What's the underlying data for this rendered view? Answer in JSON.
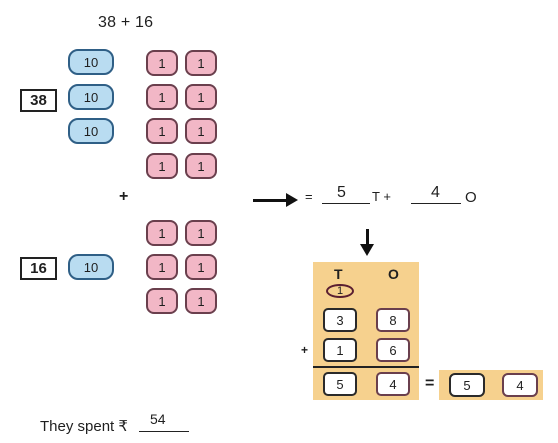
{
  "problem": {
    "title": "38 + 16"
  },
  "numbers": {
    "first": "38",
    "second": "16"
  },
  "blocks": {
    "ten_label": "10",
    "one_label": "1",
    "plus_label": "+"
  },
  "equation": {
    "equals_label": "=",
    "tens_value": "5",
    "tens_unit": "T +",
    "ones_value": "4",
    "ones_unit": "O"
  },
  "place_value_table": {
    "headers": [
      "T",
      "O"
    ],
    "carry": "1",
    "rows": [
      [
        "3",
        "8"
      ],
      [
        "1",
        "6"
      ]
    ],
    "plus_label": "+",
    "sum": [
      "5",
      "4"
    ],
    "result_equals": "=",
    "result": [
      "5",
      "4"
    ]
  },
  "answer": {
    "text": "They spent ₹",
    "value": "54"
  },
  "colors": {
    "ten_block_fill": "#b9dcf1",
    "one_block_fill": "#f2b7c6",
    "panel_fill": "#f6d18e"
  }
}
